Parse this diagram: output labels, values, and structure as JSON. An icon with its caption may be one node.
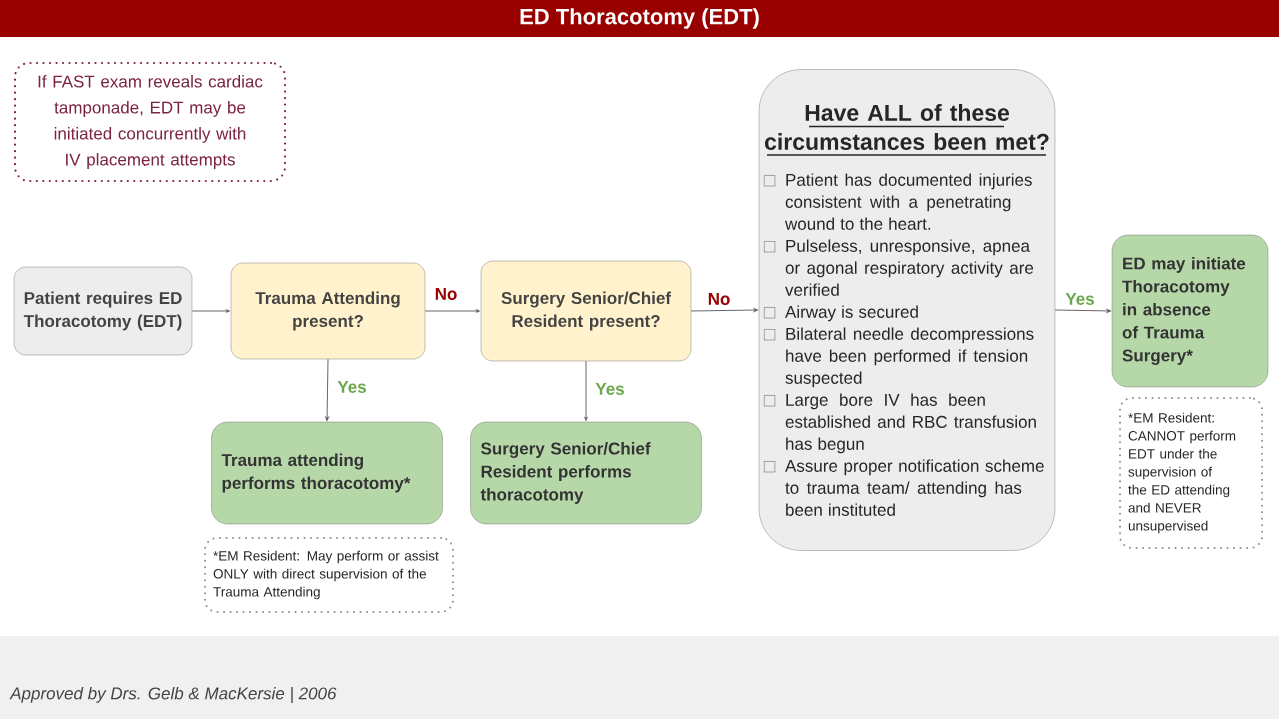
{
  "diagram": {
    "title": "ED Thoracotomy (EDT)",
    "nodes": [
      {
        "text": [
          "If FAST exam reveals cardiac tamponade, EDT may be initiated concurrently with IV placement attempts"
        ]
      },
      {
        "text": [
          "Patient requires ED Thoracotomy (EDT)"
        ]
      },
      {
        "text": [
          "Trauma Attending present?"
        ]
      },
      {
        "text": [
          "Surgery Senior/Chief Resident present?"
        ]
      },
      {
        "text": [
          "Have ALL of these circumstances been met?",
          "Patient has documented injuries consistent with a penetrating wound to the heart.",
          "Pulseless, unresponsive, apnea or agonal respiratory activity are verified",
          "Airway is secured",
          "Bilateral needle decompressions have been performed if tension suspected",
          "Large bore IV has been established and RBC transfusion has begun",
          "Assure proper notification scheme to trauma team/ attending has been instituted"
        ]
      },
      {
        "text": [
          "ED may initiate Thoracotomy in absence of Trauma Surgery*"
        ]
      },
      {
        "text": [
          "Trauma attending performs thoracotomy*"
        ]
      },
      {
        "text": [
          "Surgery Senior/Chief Resident performs thoracotomy"
        ]
      },
      {
        "text": [
          "*EM Resident: May perform or assist ONLY with direct supervision of the Trauma Attending"
        ]
      },
      {
        "text": [
          "*EM Resident: CANNOT perform EDT under the supervision of the ED attending and NEVER unsupervised"
        ]
      }
    ],
    "edges": [
      {
        "from": 1,
        "to": 2,
        "arrow": "to"
      },
      {
        "from": 2,
        "to": 3,
        "arrow": "to",
        "label": "No"
      },
      {
        "from": 3,
        "to": 4,
        "arrow": "to",
        "label": "No"
      },
      {
        "from": 4,
        "to": 5,
        "arrow": "to",
        "label": "Yes"
      },
      {
        "from": 2,
        "to": 6,
        "arrow": "to",
        "label": "Yes"
      },
      {
        "from": 3,
        "to": 7,
        "arrow": "to",
        "label": "Yes"
      }
    ],
    "labels": [
      "Approved by Drs. Gelb & MacKersie  |  2006"
    ]
  }
}
